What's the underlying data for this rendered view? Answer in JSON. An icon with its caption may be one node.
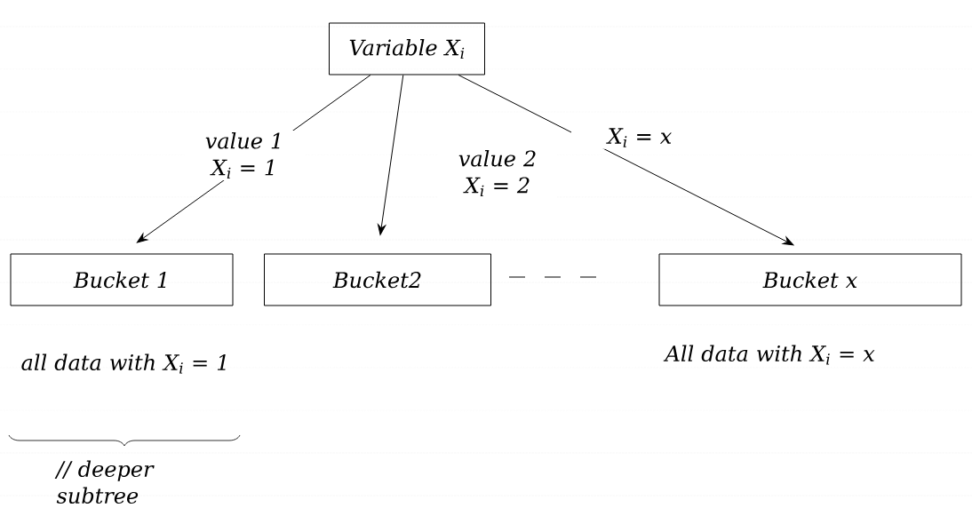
{
  "diagram": {
    "nodes": [
      {
        "text": [
          "Variable X$_{i}$"
        ]
      },
      {
        "text": [
          "Bucket 1"
        ],
        "beside": [
          "all data with X$_{i}$ = 1"
        ]
      },
      {
        "text": [
          "Bucket2"
        ]
      },
      {
        "text": [
          "Bucket x"
        ],
        "beside": [
          "All data with X$_{i}$ = x"
        ]
      }
    ],
    "edges": [
      {
        "from": 0,
        "to": 1,
        "arrow": "to",
        "label": "value 1 X$_{i}$ = 1"
      },
      {
        "from": 0,
        "to": 2,
        "arrow": "to",
        "label": "value 2 X$_{i}$ = 2"
      },
      {
        "from": 0,
        "to": 3,
        "arrow": "to",
        "label": "X$_{i}$ = x"
      }
    ],
    "labels": [
      "// deeper subtree"
    ]
  }
}
